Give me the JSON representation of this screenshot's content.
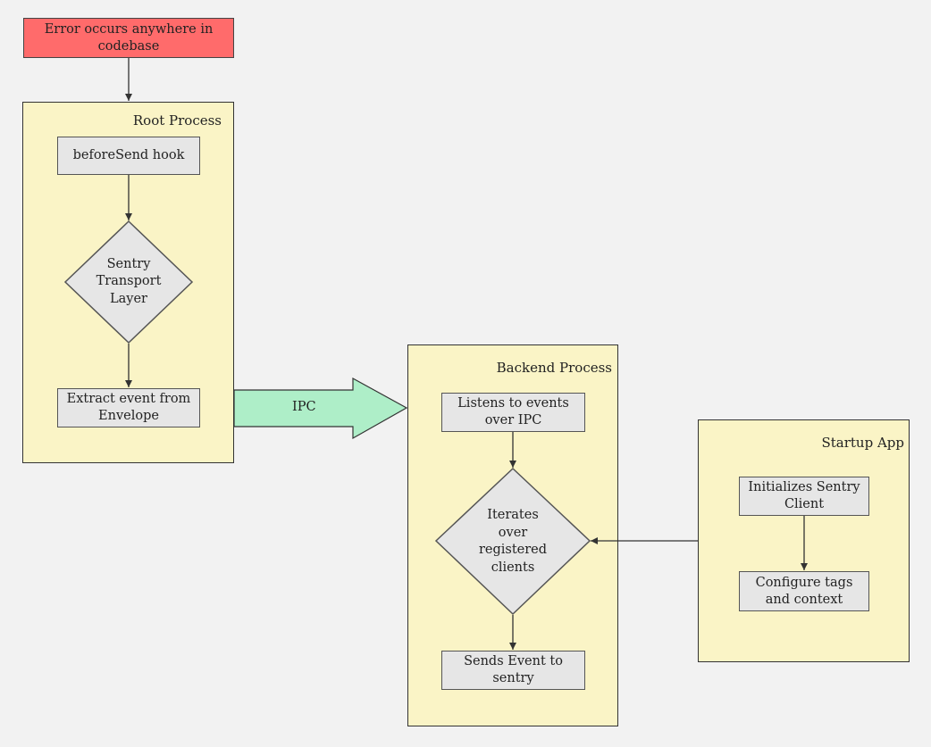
{
  "nodes": {
    "error": "Error occurs anywhere in codebase",
    "before_send": "beforeSend hook",
    "transport": "Sentry Transport Layer",
    "extract": "Extract event from Envelope",
    "listens": "Listens to events over IPC",
    "iterates": "Iterates over registered clients",
    "sends": "Sends Event to sentry",
    "initializes": "Initializes Sentry Client",
    "configure": "Configure tags and context"
  },
  "containers": {
    "root": "Root Process",
    "backend": "Backend Process",
    "startup": "Startup App"
  },
  "arrows": {
    "ipc": "IPC"
  },
  "colors": {
    "background": "#f2f2f2",
    "container_fill": "#faf4c6",
    "node_fill": "#e6e6e6",
    "error_fill": "#ff6b6b",
    "ipc_arrow_fill": "#aeeec8"
  }
}
